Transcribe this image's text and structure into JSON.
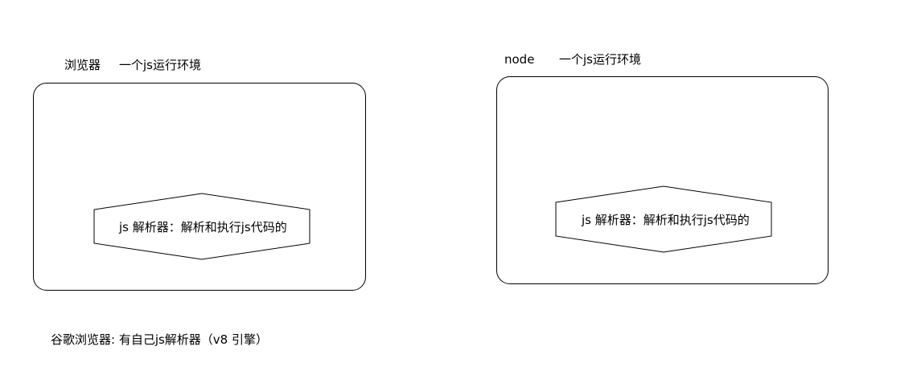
{
  "browser": {
    "label": "浏览器",
    "description": "一个js运行环境",
    "engine_label": "js 解析器：解析和执行js代码的"
  },
  "node": {
    "label": "node",
    "description": "一个js运行环境",
    "engine_label": "js 解析器：解析和执行js代码的"
  },
  "footnote": "谷歌浏览器: 有自己js解析器（v8 引擎）"
}
